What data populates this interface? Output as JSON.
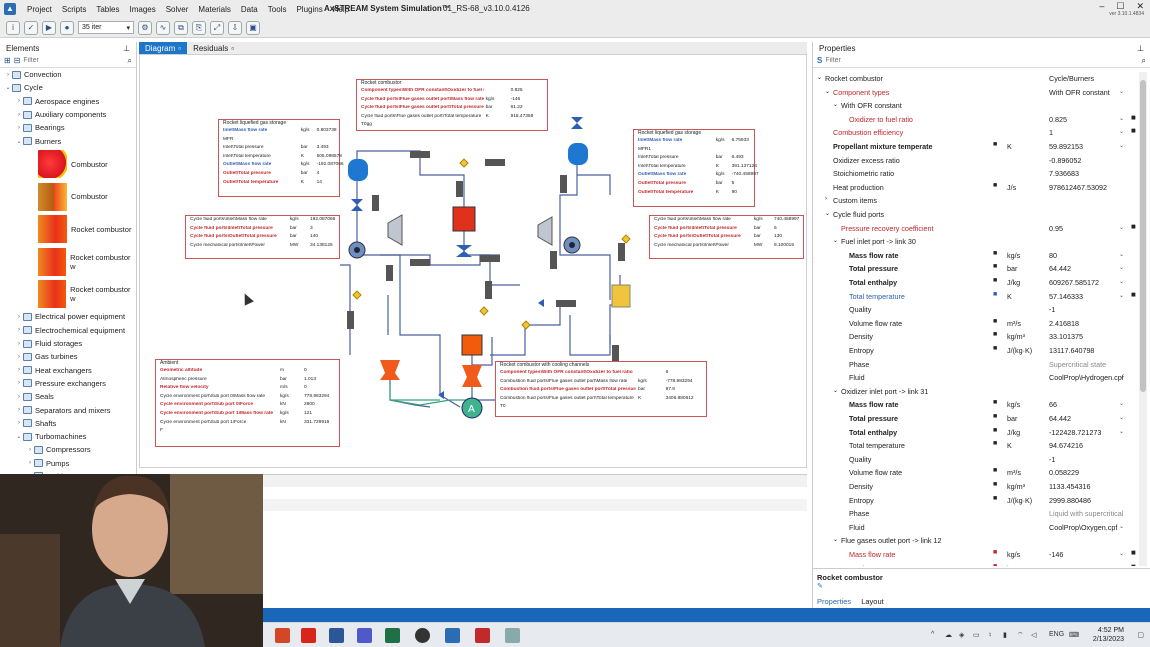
{
  "app": {
    "menus": [
      "Project",
      "Scripts",
      "Tables",
      "Images",
      "Solver",
      "Materials",
      "Data",
      "Tools",
      "Plugins",
      "Help"
    ],
    "title": "AxSTREAM System Simulation™",
    "file": "01_RS-68_v3.10.0.4126",
    "version": "ver 3.10.1.4834",
    "iterations": "35 iter"
  },
  "elements": {
    "header": "Elements",
    "filter_placeholder": "Filter",
    "tree": [
      {
        "label": "Convection",
        "level": 0,
        "toggle": "›"
      },
      {
        "label": "Cycle",
        "level": 0,
        "toggle": "⌄"
      },
      {
        "label": "Aerospace engines",
        "level": 1,
        "toggle": "›"
      },
      {
        "label": "Auxiliary components",
        "level": 1,
        "toggle": "›"
      },
      {
        "label": "Bearings",
        "level": 1,
        "toggle": "›"
      },
      {
        "label": "Burners",
        "level": 1,
        "toggle": "⌄"
      }
    ],
    "burners": [
      {
        "label": "Combustor",
        "variant": "red-round"
      },
      {
        "label": "Combustor",
        "variant": "multi"
      },
      {
        "label": "Rocket combustor",
        "variant": "orange"
      },
      {
        "label": "Rocket combustor w",
        "variant": "orange"
      },
      {
        "label": "Rocket combustor w",
        "variant": "orange"
      }
    ],
    "tree2": [
      {
        "label": "Electrical power equipment",
        "level": 1,
        "toggle": "›"
      },
      {
        "label": "Electrochemical equipment",
        "level": 1,
        "toggle": "›"
      },
      {
        "label": "Fluid storages",
        "level": 1,
        "toggle": "›"
      },
      {
        "label": "Gas turbines",
        "level": 1,
        "toggle": "›"
      },
      {
        "label": "Heat exchangers",
        "level": 1,
        "toggle": "›"
      },
      {
        "label": "Pressure exchangers",
        "level": 1,
        "toggle": "›"
      },
      {
        "label": "Seals",
        "level": 1,
        "toggle": "›"
      },
      {
        "label": "Separators and mixers",
        "level": 1,
        "toggle": "›"
      },
      {
        "label": "Shafts",
        "level": 1,
        "toggle": "›"
      },
      {
        "label": "Turbomachines",
        "level": 1,
        "toggle": "⌄"
      },
      {
        "label": "Compressors",
        "level": 2,
        "toggle": "›"
      },
      {
        "label": "Pumps",
        "level": 2,
        "toggle": "›"
      },
      {
        "label": "Turbines",
        "level": 2,
        "toggle": "›"
      }
    ]
  },
  "tabs": {
    "diagram": "Diagram",
    "residuals": "Residuals"
  },
  "diagram": {
    "boxes": [
      {
        "id": "rc-top",
        "title": "Rocket combustor",
        "rows": [
          {
            "n": "Component types\\With OFR constant\\Oxidizer to fuel ratio",
            "u": "",
            "v": "0.825",
            "c": "red"
          },
          {
            "n": "Cycle fluid ports\\Flue gases outlet port\\Mass flow rate",
            "u": "kg/s",
            "v": "-146",
            "c": "red"
          },
          {
            "n": "Cycle fluid ports\\Flue gases outlet port\\Total pressure",
            "u": "bar",
            "v": "61.22",
            "c": "red"
          },
          {
            "n": "Cycle fluid ports\\Flue gases outlet port\\Total temperature",
            "u": "K",
            "v": "918.47358",
            "c": ""
          },
          {
            "n": "T0gg",
            "u": "",
            "v": "",
            "c": ""
          }
        ]
      },
      {
        "id": "lgs-left",
        "title": "Rocket liquefied gas storage",
        "rows": [
          {
            "n": "Inlet\\Mass flow rate",
            "u": "kg/s",
            "v": "0.803738",
            "c": "blue"
          },
          {
            "n": "MFR",
            "u": "",
            "v": "",
            "c": ""
          },
          {
            "n": "Inlet\\Total pressure",
            "u": "bar",
            "v": "3.493",
            "c": ""
          },
          {
            "n": "Inlet\\Total temperature",
            "u": "K",
            "v": "505.098578",
            "c": ""
          },
          {
            "n": "Outlet\\Mass flow rate",
            "u": "kg/s",
            "v": "-192.087066",
            "c": "blue"
          },
          {
            "n": "Outlet\\Total pressure",
            "u": "bar",
            "v": "4",
            "c": "red"
          },
          {
            "n": "Outlet\\Total temperature",
            "u": "K",
            "v": "14",
            "c": "red"
          }
        ]
      },
      {
        "id": "lgs-right",
        "title": "Rocket liquefied gas storage",
        "rows": [
          {
            "n": "Inlet\\Mass flow rate",
            "u": "kg/s",
            "v": "6.75933",
            "c": "blue"
          },
          {
            "n": "MFR1",
            "u": "",
            "v": "",
            "c": ""
          },
          {
            "n": "Inlet\\Total pressure",
            "u": "bar",
            "v": "6.493",
            "c": ""
          },
          {
            "n": "Inlet\\Total temperature",
            "u": "K",
            "v": "391.137124",
            "c": ""
          },
          {
            "n": "Outlet\\Mass flow rate",
            "u": "kg/s",
            "v": "-740.458997",
            "c": "blue"
          },
          {
            "n": "Outlet\\Total pressure",
            "u": "bar",
            "v": "5",
            "c": "red"
          },
          {
            "n": "Outlet\\Total temperature",
            "u": "K",
            "v": "90",
            "c": "red"
          }
        ]
      },
      {
        "id": "cf-left",
        "title": "",
        "rows": [
          {
            "n": "Cycle fluid ports\\Inlet\\Mass flow rate",
            "u": "kg/s",
            "v": "192.087066",
            "c": ""
          },
          {
            "n": "Cycle fluid ports\\Inlet\\Total pressure",
            "u": "bar",
            "v": "3",
            "c": "red"
          },
          {
            "n": "Cycle fluid ports\\Outlet\\Total pressure",
            "u": "bar",
            "v": "140",
            "c": "red"
          },
          {
            "n": "Cycle mechanical ports\\Inlet\\Power",
            "u": "MW",
            "v": "34.138125",
            "c": ""
          }
        ]
      },
      {
        "id": "cf-right",
        "title": "",
        "rows": [
          {
            "n": "Cycle fluid ports\\Inlet\\Mass flow rate",
            "u": "kg/s",
            "v": "740.458997",
            "c": ""
          },
          {
            "n": "Cycle fluid ports\\Inlet\\Total pressure",
            "u": "bar",
            "v": "5",
            "c": "red"
          },
          {
            "n": "Cycle fluid ports\\Outlet\\Total pressure",
            "u": "bar",
            "v": "130",
            "c": "red"
          },
          {
            "n": "Cycle mechanical ports\\Inlet\\Power",
            "u": "MW",
            "v": "8.100015",
            "c": ""
          }
        ]
      },
      {
        "id": "ambient",
        "title": "Ambient",
        "rows": [
          {
            "n": "Geometric altitude",
            "u": "m",
            "v": "0",
            "c": "red"
          },
          {
            "n": "Atmospheric pressure",
            "u": "bar",
            "v": "1.013",
            "c": ""
          },
          {
            "n": "Relative flow velocity",
            "u": "m/s",
            "v": "0",
            "c": "red"
          },
          {
            "n": "Cycle environment port\\Sub port 0\\Mass flow rate",
            "u": "kg/s",
            "v": "778.983294",
            "c": ""
          },
          {
            "n": "Cycle environment port\\Sub port 0\\Force",
            "u": "kN",
            "v": "2800",
            "c": "red"
          },
          {
            "n": "Cycle environment port\\Sub port 1\\Mass flow rate",
            "u": "kg/s",
            "v": "121",
            "c": "red"
          },
          {
            "n": "Cycle environment port\\Sub port 1\\Force",
            "u": "kN",
            "v": "331.729916",
            "c": ""
          },
          {
            "n": "F",
            "u": "",
            "v": "",
            "c": ""
          }
        ]
      },
      {
        "id": "rc-bottom",
        "title": "Rocket combustor with cooling channels",
        "rows": [
          {
            "n": "Component types\\With OFR constant\\Oxidizer to fuel ratio",
            "u": "",
            "v": "6",
            "c": "red"
          },
          {
            "n": "Combustion fluid ports\\Flue gases outlet port\\Mass flow rate",
            "u": "kg/s",
            "v": "-778.983294",
            "c": ""
          },
          {
            "n": "Combustion fluid ports\\Flue gases outlet port\\Total pressure",
            "u": "bar",
            "v": "97.9",
            "c": "red"
          },
          {
            "n": "Combustion fluid ports\\Flue gases outlet port\\Total temperature",
            "u": "K",
            "v": "3406.880612",
            "c": ""
          },
          {
            "n": "T0",
            "u": "",
            "v": "",
            "c": ""
          }
        ]
      }
    ]
  },
  "properties": {
    "header": "Properties",
    "filter_placeholder": "Filter",
    "rows": [
      {
        "n": "Rocket combustor",
        "u": "",
        "v": "Cycle/Burners",
        "lvl": 0,
        "tog": "⌄",
        "cls": "",
        "dd": false,
        "mk": false
      },
      {
        "n": "Component types",
        "u": "",
        "v": "With OFR constant",
        "lvl": 1,
        "tog": "⌄",
        "cls": "red",
        "dd": true,
        "mk": false
      },
      {
        "n": "With OFR constant",
        "u": "",
        "v": "",
        "lvl": 2,
        "tog": "⌄",
        "cls": "",
        "dd": false,
        "mk": false
      },
      {
        "n": "Oxidizer to fuel ratio",
        "u": "",
        "v": "0.825",
        "lvl": 3,
        "tog": "",
        "cls": "red",
        "dd": true,
        "mk": true
      },
      {
        "n": "Combustion efficiency",
        "u": "",
        "v": "1",
        "lvl": 1,
        "tog": "",
        "cls": "red",
        "dd": true,
        "mk": true
      },
      {
        "n": "Propellant mixture temperate",
        "u": "K",
        "v": "59.892153",
        "lvl": 1,
        "tog": "",
        "cls": "bold",
        "dd": true,
        "mk": false
      },
      {
        "n": "Oxidizer excess ratio",
        "u": "",
        "v": "-0.896052",
        "lvl": 1,
        "tog": "",
        "cls": "",
        "dd": false,
        "mk": false
      },
      {
        "n": "Stoichiometric ratio",
        "u": "",
        "v": "7.936683",
        "lvl": 1,
        "tog": "",
        "cls": "",
        "dd": false,
        "mk": false
      },
      {
        "n": "Heat production",
        "u": "J/s",
        "v": "978612467.53092",
        "lvl": 1,
        "tog": "",
        "cls": "",
        "dd": false,
        "mk": false
      },
      {
        "n": "Custom items",
        "u": "",
        "v": "",
        "lvl": 1,
        "tog": "›",
        "cls": "",
        "dd": false,
        "mk": false
      },
      {
        "n": "Cycle fluid ports",
        "u": "",
        "v": "",
        "lvl": 1,
        "tog": "⌄",
        "cls": "",
        "dd": false,
        "mk": false
      },
      {
        "n": "Pressure recovery coefficient",
        "u": "",
        "v": "0.95",
        "lvl": 2,
        "tog": "",
        "cls": "red",
        "dd": true,
        "mk": true
      },
      {
        "n": "Fuel inlet port -> link 30",
        "u": "",
        "v": "",
        "lvl": 2,
        "tog": "⌄",
        "cls": "",
        "dd": false,
        "mk": false
      },
      {
        "n": "Mass flow rate",
        "u": "kg/s",
        "v": "80",
        "lvl": 3,
        "tog": "",
        "cls": "bold",
        "dd": true,
        "mk": false
      },
      {
        "n": "Total pressure",
        "u": "bar",
        "v": "64.442",
        "lvl": 3,
        "tog": "",
        "cls": "bold",
        "dd": true,
        "mk": false
      },
      {
        "n": "Total enthalpy",
        "u": "J/kg",
        "v": "609267.585172",
        "lvl": 3,
        "tog": "",
        "cls": "bold",
        "dd": true,
        "mk": false
      },
      {
        "n": "Total temperature",
        "u": "K",
        "v": "57.146333",
        "lvl": 3,
        "tog": "",
        "cls": "blue",
        "dd": true,
        "mk": true
      },
      {
        "n": "Quality",
        "u": "",
        "v": "-1",
        "lvl": 3,
        "tog": "",
        "cls": "",
        "dd": false,
        "mk": false
      },
      {
        "n": "Volume flow rate",
        "u": "m³/s",
        "v": "2.416818",
        "lvl": 3,
        "tog": "",
        "cls": "",
        "dd": false,
        "mk": false
      },
      {
        "n": "Density",
        "u": "kg/m³",
        "v": "33.101375",
        "lvl": 3,
        "tog": "",
        "cls": "",
        "dd": false,
        "mk": false
      },
      {
        "n": "Entropy",
        "u": "J/(kg·K)",
        "v": "13117.640798",
        "lvl": 3,
        "tog": "",
        "cls": "",
        "dd": false,
        "mk": false
      },
      {
        "n": "Phase",
        "u": "",
        "v": "Supercritical state",
        "lvl": 3,
        "tog": "",
        "cls": "",
        "dd": false,
        "mk": false,
        "vg": true
      },
      {
        "n": "Fluid",
        "u": "",
        "v": "CoolProp\\Hydrogen.cpf",
        "lvl": 3,
        "tog": "",
        "cls": "",
        "dd": true,
        "mk": false
      },
      {
        "n": "Oxidizer inlet port -> link 31",
        "u": "",
        "v": "",
        "lvl": 2,
        "tog": "⌄",
        "cls": "",
        "dd": false,
        "mk": false
      },
      {
        "n": "Mass flow rate",
        "u": "kg/s",
        "v": "66",
        "lvl": 3,
        "tog": "",
        "cls": "bold",
        "dd": true,
        "mk": false
      },
      {
        "n": "Total pressure",
        "u": "bar",
        "v": "64.442",
        "lvl": 3,
        "tog": "",
        "cls": "bold",
        "dd": true,
        "mk": false
      },
      {
        "n": "Total enthalpy",
        "u": "J/kg",
        "v": "-122428.721273",
        "lvl": 3,
        "tog": "",
        "cls": "bold",
        "dd": true,
        "mk": false
      },
      {
        "n": "Total temperature",
        "u": "K",
        "v": "94.674216",
        "lvl": 3,
        "tog": "",
        "cls": "",
        "dd": false,
        "mk": false
      },
      {
        "n": "Quality",
        "u": "",
        "v": "-1",
        "lvl": 3,
        "tog": "",
        "cls": "",
        "dd": false,
        "mk": false
      },
      {
        "n": "Volume flow rate",
        "u": "m³/s",
        "v": "0.058229",
        "lvl": 3,
        "tog": "",
        "cls": "",
        "dd": false,
        "mk": false
      },
      {
        "n": "Density",
        "u": "kg/m³",
        "v": "1133.454316",
        "lvl": 3,
        "tog": "",
        "cls": "",
        "dd": false,
        "mk": false
      },
      {
        "n": "Entropy",
        "u": "J/(kg·K)",
        "v": "2999.880486",
        "lvl": 3,
        "tog": "",
        "cls": "",
        "dd": false,
        "mk": false
      },
      {
        "n": "Phase",
        "u": "",
        "v": "Liquid with supercritical",
        "lvl": 3,
        "tog": "",
        "cls": "",
        "dd": false,
        "mk": false,
        "vg": true
      },
      {
        "n": "Fluid",
        "u": "",
        "v": "CoolProp\\Oxygen.cpf",
        "lvl": 3,
        "tog": "",
        "cls": "",
        "dd": true,
        "mk": false
      },
      {
        "n": "Flue gases outlet port -> link 12",
        "u": "",
        "v": "",
        "lvl": 2,
        "tog": "⌄",
        "cls": "",
        "dd": false,
        "mk": false
      },
      {
        "n": "Mass flow rate",
        "u": "kg/s",
        "v": "-146",
        "lvl": 3,
        "tog": "",
        "cls": "red",
        "dd": true,
        "mk": true
      },
      {
        "n": "Total pressure",
        "u": "bar",
        "v": "61.22",
        "lvl": 3,
        "tog": "",
        "cls": "red",
        "dd": true,
        "mk": true
      }
    ],
    "footer_title": "Rocket combustor",
    "tab_properties": "Properties",
    "tab_layout": "Layout"
  },
  "taskbar": {
    "time": "4:52 PM",
    "date": "2/13/2023",
    "lang": "ENG"
  }
}
